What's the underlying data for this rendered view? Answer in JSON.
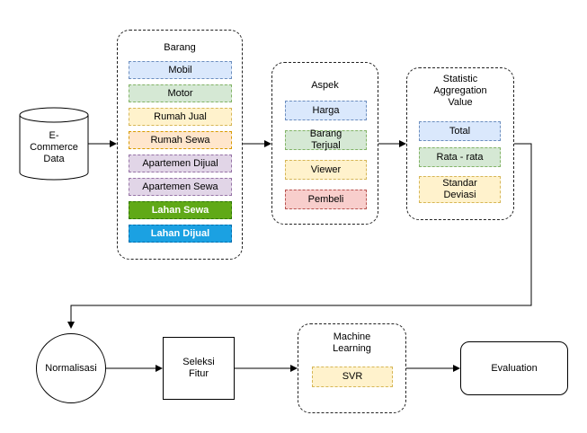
{
  "source": {
    "label": "E-Commerce Data"
  },
  "barang": {
    "title": "Barang",
    "items": [
      {
        "label": "Mobil",
        "fill": "#dae8fc",
        "stroke": "#6c8ebf",
        "text": "#000000"
      },
      {
        "label": "Motor",
        "fill": "#d5e8d4",
        "stroke": "#82b366",
        "text": "#000000"
      },
      {
        "label": "Rumah Jual",
        "fill": "#fff2cc",
        "stroke": "#d6b656",
        "text": "#000000"
      },
      {
        "label": "Rumah Sewa",
        "fill": "#ffe6cc",
        "stroke": "#d79b00",
        "text": "#000000"
      },
      {
        "label": "Apartemen Dijual",
        "fill": "#e1d5e7",
        "stroke": "#9673a6",
        "text": "#000000"
      },
      {
        "label": "Apartemen Sewa",
        "fill": "#e1d5e7",
        "stroke": "#9673a6",
        "text": "#000000"
      },
      {
        "label": "Lahan Sewa",
        "fill": "#60a917",
        "stroke": "#2d7600",
        "text": "#ffffff"
      },
      {
        "label": "Lahan Dijual",
        "fill": "#1ba1e2",
        "stroke": "#006eaf",
        "text": "#ffffff"
      }
    ]
  },
  "aspek": {
    "title": "Aspek",
    "items": [
      {
        "label": "Harga",
        "fill": "#dae8fc",
        "stroke": "#6c8ebf",
        "text": "#000000"
      },
      {
        "label": "Barang Terjual",
        "fill": "#d5e8d4",
        "stroke": "#82b366",
        "text": "#000000"
      },
      {
        "label": "Viewer",
        "fill": "#fff2cc",
        "stroke": "#d6b656",
        "text": "#000000"
      },
      {
        "label": "Pembeli",
        "fill": "#f8cecc",
        "stroke": "#b85450",
        "text": "#000000"
      }
    ]
  },
  "statistic": {
    "title": "Statistic Aggregation Value",
    "items": [
      {
        "label": "Total",
        "fill": "#dae8fc",
        "stroke": "#6c8ebf",
        "text": "#000000"
      },
      {
        "label": "Rata - rata",
        "fill": "#d5e8d4",
        "stroke": "#82b366",
        "text": "#000000"
      },
      {
        "label": "Standar Deviasi",
        "fill": "#fff2cc",
        "stroke": "#d6b656",
        "text": "#000000"
      }
    ]
  },
  "pipeline": {
    "normalisasi": "Normalisasi",
    "seleksi": "Seleksi Fitur",
    "ml_title": "Machine Learning",
    "svr": {
      "label": "SVR",
      "fill": "#fff2cc",
      "stroke": "#d6b656",
      "text": "#000000"
    },
    "evaluation": "Evaluation"
  }
}
